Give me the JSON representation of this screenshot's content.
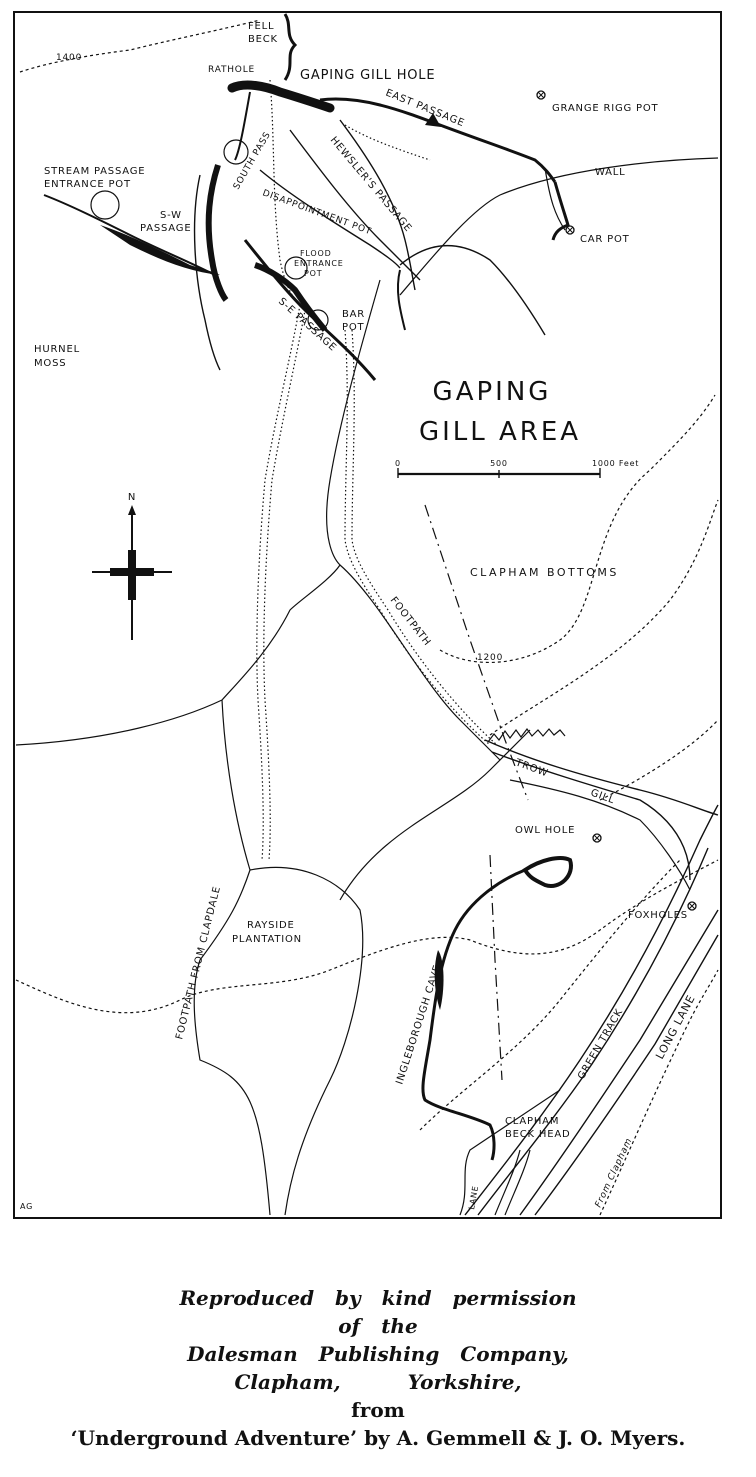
{
  "map": {
    "title_line1": "GAPING",
    "title_line2": "GILL AREA",
    "scale": {
      "zero": "0",
      "mid": "500",
      "end": "1000 Feet"
    },
    "north": "N",
    "initials": "AG",
    "labels": {
      "fell_beck": [
        "FELL",
        "BECK"
      ],
      "rathole": "RATHOLE",
      "gaping_gill_hole": "GAPING GILL HOLE",
      "east_passage": "EAST PASSAGE",
      "grange_rigg_pot": "GRANGE RIGG POT",
      "wall": "WALL",
      "car_pot": "CAR POT",
      "stream_passage": [
        "STREAM PASSAGE",
        "ENTRANCE POT"
      ],
      "sw_passage": [
        "S-W",
        "PASSAGE"
      ],
      "south_pass": "SOUTH PASS",
      "hewslers_passage": "HEWSLER'S PASSAGE",
      "disappointment_pot": "DISAPPOINTMENT POT",
      "flood_entrance_pot": [
        "FLOOD",
        "ENTRANCE",
        "POT"
      ],
      "bar_pot": [
        "BAR",
        "POT"
      ],
      "se_passage": "S-E PASSAGE",
      "hurnel_moss": [
        "HURNEL",
        "MOSS"
      ],
      "contour_1400": "1400",
      "contour_1200": "1200",
      "clapham_bottoms": "CLAPHAM BOTTOMS",
      "footpath": "FOOTPATH",
      "trow_gill": [
        "TROW",
        "GILL"
      ],
      "owl_hole": "OWL HOLE",
      "foxholes": "FOXHOLES",
      "ingleborough_cave": "INGLEBOROUGH CAVE",
      "footpath_from_clapdale": "FOOTPATH FROM CLAPDALE",
      "rayside_plantation": [
        "RAYSIDE",
        "PLANTATION"
      ],
      "green_track": "GREEN TRACK",
      "long_lane": "LONG LANE",
      "from_clapham": "From Clapham",
      "clapham_beck_head": [
        "CLAPHAM",
        "BECK HEAD"
      ],
      "lane": "LANE"
    }
  },
  "caption": {
    "line1": "Reproduced by kind permission",
    "line2": "of the",
    "line3": "Dalesman Publishing Company,",
    "line4": "Clapham, Yorkshire,",
    "line5": "from",
    "line6": "‘Underground Adventure’ by A. Gemmell & J. O. Myers."
  }
}
